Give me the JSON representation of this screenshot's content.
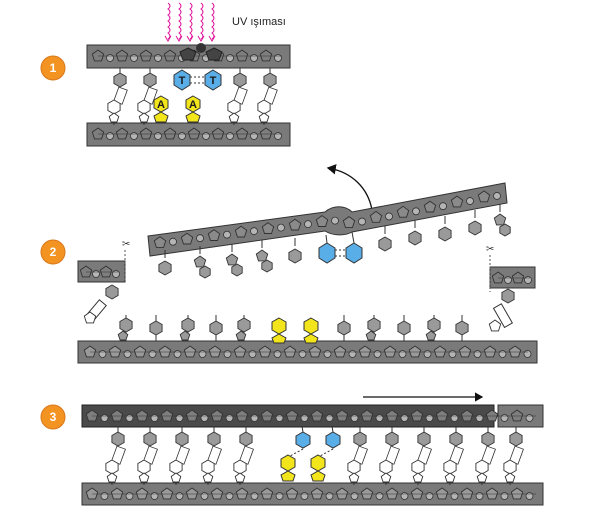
{
  "uv_label": "UV ışıması",
  "steps": [
    {
      "number": "1"
    },
    {
      "number": "2"
    },
    {
      "number": "3"
    }
  ],
  "dimer_bases": [
    "T",
    "T"
  ],
  "opposite_bases": [
    "A",
    "A"
  ],
  "colors": {
    "strand": "#8c8c8c",
    "strand_dark": "#5e5e5e",
    "pyrimidine_dimer": "#5aaee8",
    "adenine": "#f2e51c",
    "uv_rays": "#e0169b",
    "step_badge": "#f39322"
  },
  "icons": [
    "uv-rays-icon",
    "scissors-icon",
    "arrow-icon"
  ]
}
